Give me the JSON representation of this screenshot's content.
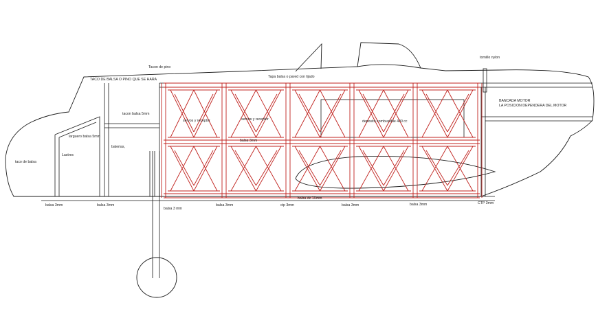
{
  "colors": {
    "outline": "#1a1a1a",
    "structure_red": "#c0201c",
    "background": "#ffffff"
  },
  "labels": {
    "taco_balsa": "taco de balsa",
    "lastres": "Lastres",
    "baterias": "baterias,",
    "larguero_balsa": "larguero balsa 5mm",
    "tacon_de_pino": "Tacon de pino",
    "top_block": "TACO DE BALSA O PINO QUE SE HARA",
    "tacon_balsa": "tacon balsa 5mm",
    "servo_receptor_1": "servos y receptor",
    "servo_receptor_2": "servos y receptor",
    "tapa_balsa": "Tapa balsa o pared con lijado",
    "deposito": "deposito combustible 400 cc",
    "tornillo_nylon": "tornillo nylon",
    "bancada_1": "BANCADA MOTOR",
    "bancada_2": "LA POSICION DEPENDERA DEL MOTOR",
    "mid_small": "balsa 3mm",
    "bottom_balsa_1": "balsa 3mm",
    "bottom_balsa_2": "balsa 3mm",
    "bottom_balsa_3": "balsa 3 mm",
    "bottom_balsa_4": "balsa 3mm",
    "bottom_cp": "ctp 3mm",
    "bottom_balsa_5": "balsa de 10mm",
    "bottom_balsa_6": "balsa 3mm",
    "bottom_balsa_7": "balsa 3mm",
    "bottom_ctp": "CTP 3mm"
  }
}
